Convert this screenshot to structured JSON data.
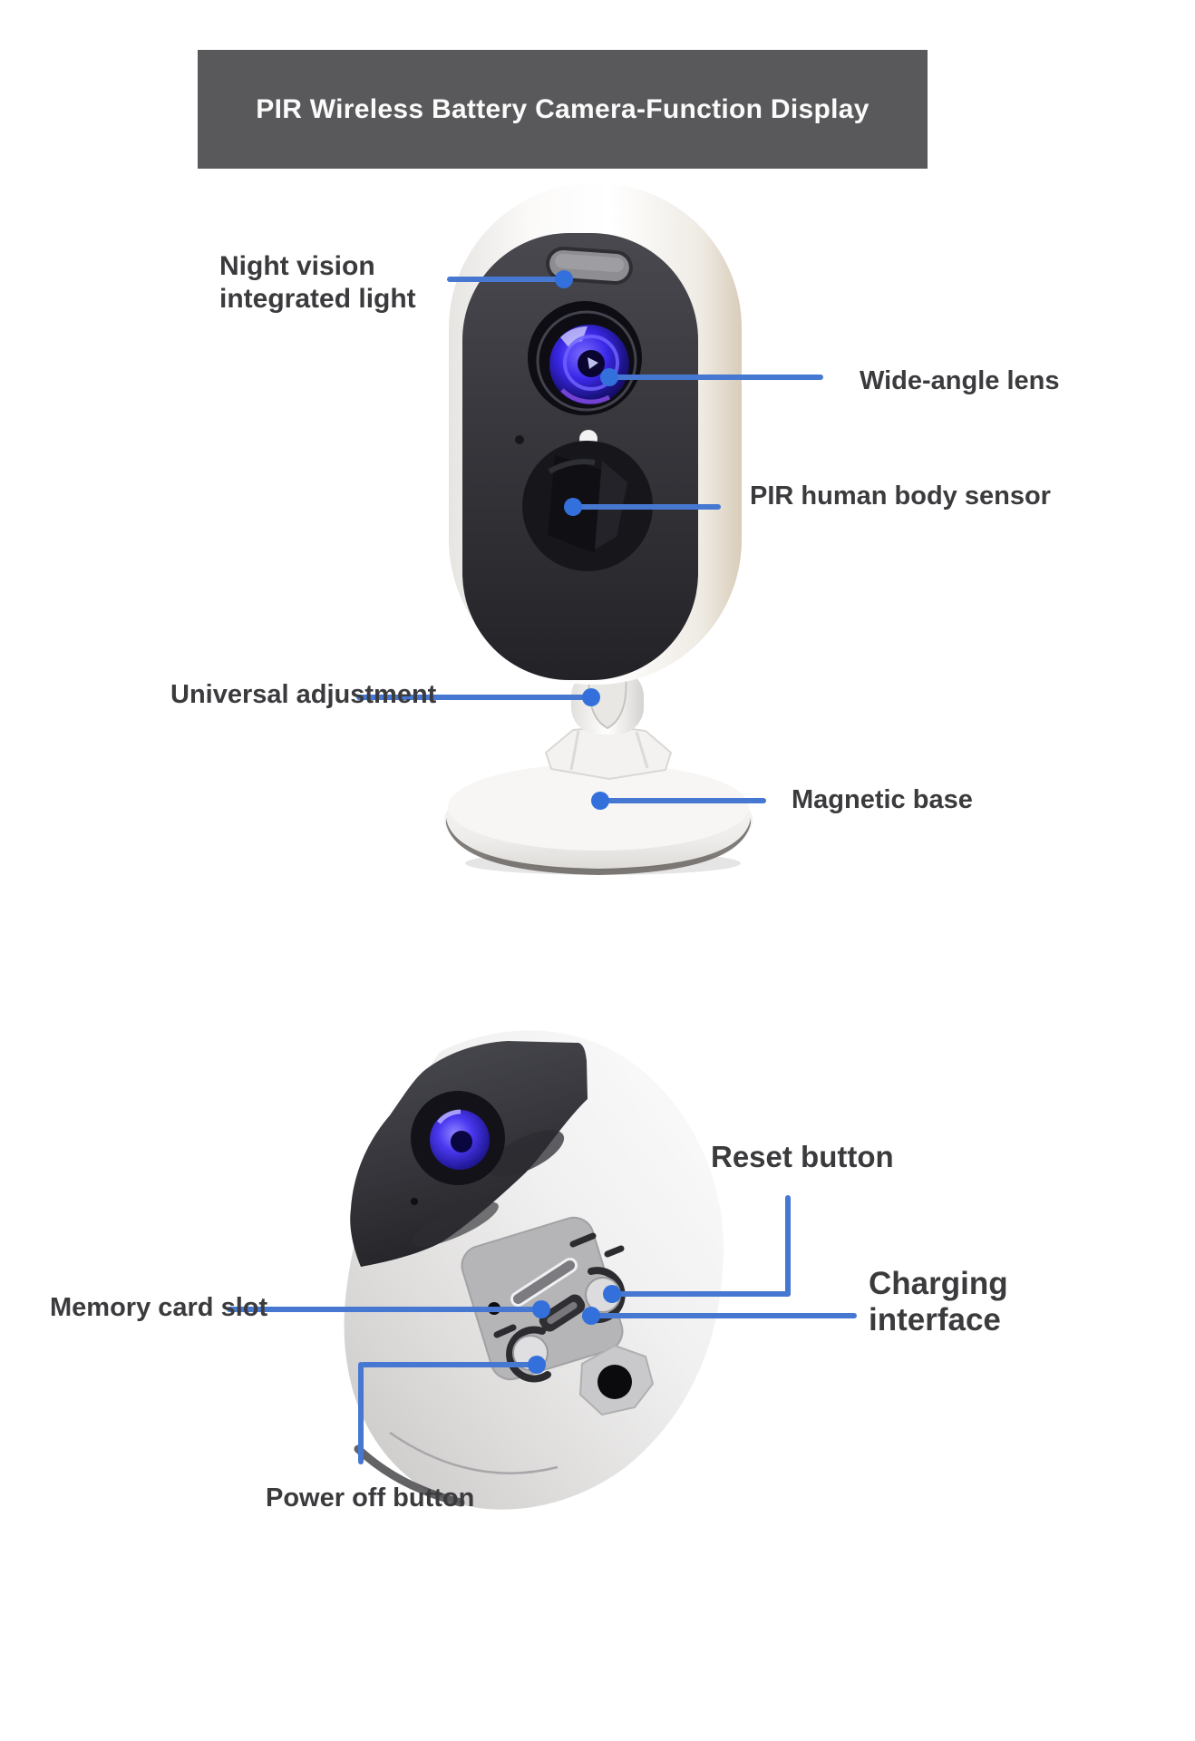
{
  "banner": {
    "title": "PIR Wireless Battery Camera-Function Display",
    "bg_color": "#59585a",
    "text_color": "#fbfbfb"
  },
  "colors": {
    "label_text": "#3b3b3e",
    "leader_line": "#4678d2",
    "leader_dot": "#3370dc",
    "camera_body": "#f6f4f1",
    "camera_panel": "#36363c",
    "lens_blue": "#3a28e8"
  },
  "top_view": {
    "description": "camera-front-photo",
    "labels": {
      "night_vision": {
        "line1": "Night vision",
        "line2": "integrated light"
      },
      "wide_angle": {
        "text": "Wide-angle lens"
      },
      "pir_sensor": {
        "text": "PIR human body sensor"
      },
      "universal": {
        "text": "Universal adjustment"
      },
      "magnetic": {
        "text": "Magnetic base"
      }
    }
  },
  "bottom_view": {
    "description": "camera-bottom-photo",
    "labels": {
      "reset": {
        "text": "Reset button"
      },
      "charging": {
        "line1": "Charging",
        "line2": "interface"
      },
      "memory": {
        "text": "Memory card slot"
      },
      "power": {
        "text": "Power off button"
      }
    }
  }
}
